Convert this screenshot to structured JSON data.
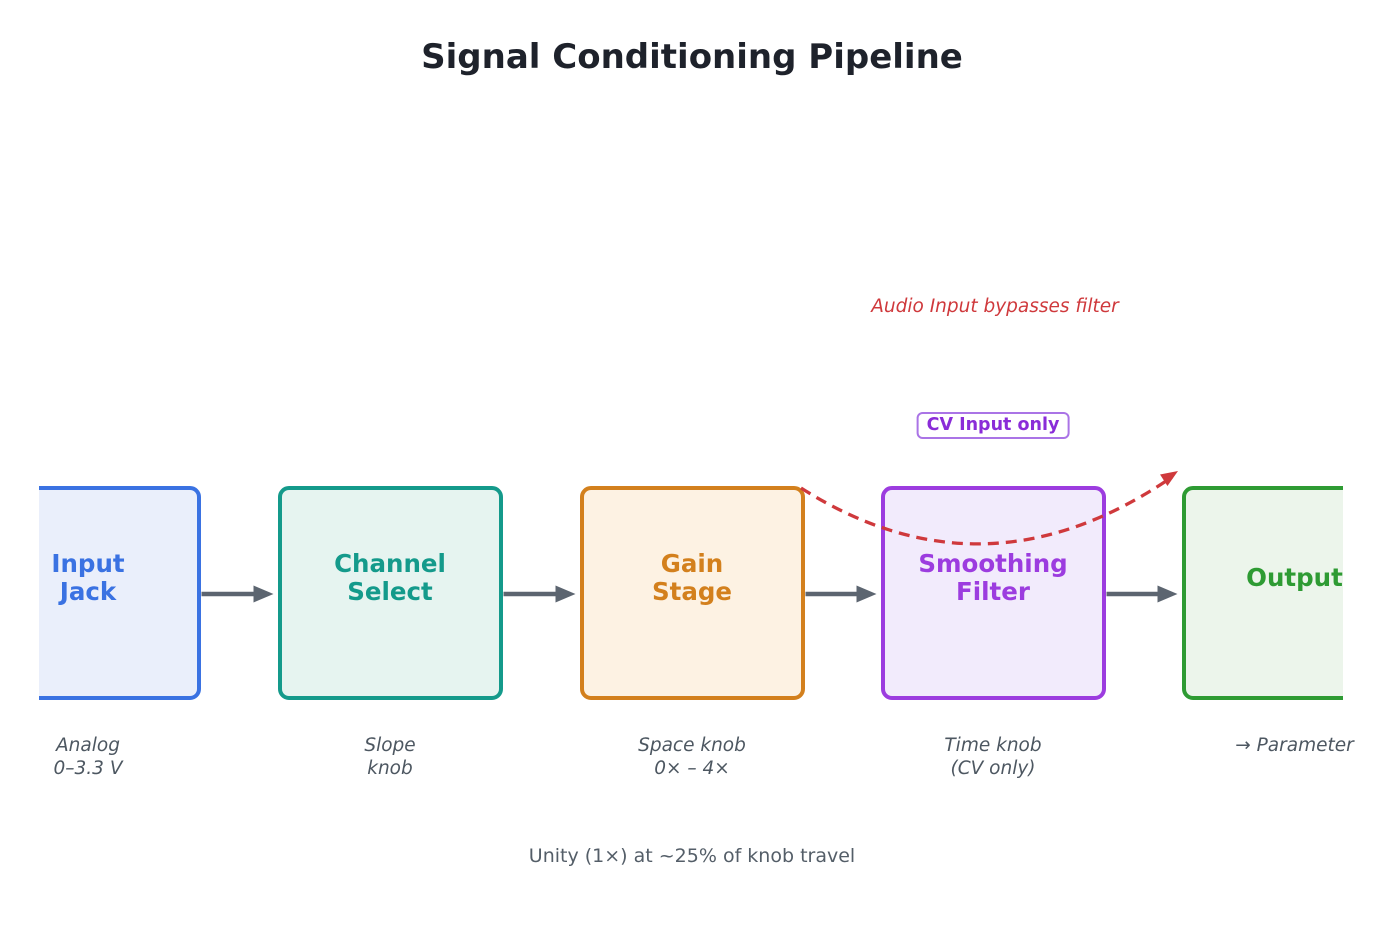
{
  "title": "Signal Conditioning Pipeline",
  "footer": "Unity (1×) at ~25% of knob travel",
  "bypass": {
    "annotation": "Audio Input bypasses filter",
    "badge": "CV Input only",
    "annotation_color": "#cf393c",
    "badge_text_color": "#8a2cd8",
    "badge_border_color": "#aa74e6"
  },
  "nodes": [
    {
      "name": "input-jack",
      "label_lines": [
        "Input",
        "Jack"
      ],
      "caption_lines": [
        "Analog",
        "0–3.3 V"
      ],
      "color": "#3a72e2",
      "fill": "#eaeffb"
    },
    {
      "name": "channel-select",
      "label_lines": [
        "Channel",
        "Select"
      ],
      "caption_lines": [
        "Slope",
        "knob"
      ],
      "color": "#149a8b",
      "fill": "#e6f4f0"
    },
    {
      "name": "gain-stage",
      "label_lines": [
        "Gain",
        "Stage"
      ],
      "caption_lines": [
        "Space knob",
        "0× – 4×"
      ],
      "color": "#d3801d",
      "fill": "#fdf2e3"
    },
    {
      "name": "smoothing-filter",
      "label_lines": [
        "Smoothing",
        "Filter"
      ],
      "caption_lines": [
        "Time knob",
        "(CV only)"
      ],
      "color": "#9c3cdf",
      "fill": "#f2ebfc"
    },
    {
      "name": "output",
      "label_lines": [
        "Output"
      ],
      "caption_lines": [
        "→ Parameter"
      ],
      "color": "#2e9b33",
      "fill": "#ecf5eb"
    }
  ],
  "connectors": {
    "flow_arrow_color": "#5c6570",
    "bypass_arrow_color": "#cf393c",
    "bypass_arrow_style": "dashed"
  }
}
